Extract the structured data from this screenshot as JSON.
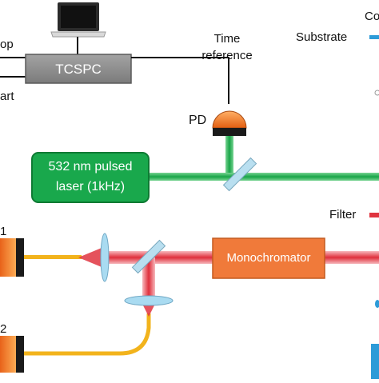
{
  "colors": {
    "laser_green": "#1ca84a",
    "green_box": "#19a84c",
    "green_box_border": "#0e7a33",
    "laser_red": "#e0343f",
    "mono_orange": "#f07a3a",
    "fiber_yellow": "#f2b31c",
    "tcspc_grey": "#8c8c8c",
    "pd_orange": "#f07a22",
    "optic_blue": "#9fd4ee",
    "substrate_blue": "#2d9bd8"
  },
  "labels": {
    "tcspc": "TCSPC",
    "time_reference_line1": "Time",
    "time_reference_line2": "reference",
    "pd": "PD",
    "laser_line1": "532 nm pulsed",
    "laser_line2": "laser (1kHz)",
    "monochromator": "Monochromator",
    "substrate": "Substrate",
    "filter": "Filter",
    "cut_top_right": "Co",
    "cut_left_stop": "op",
    "cut_left_start": "art",
    "detector1_index": "1",
    "detector2_index": "2"
  },
  "icons": {
    "computer": "laptop-icon",
    "photodiode": "photodiode-icon",
    "detector": "spad-detector-icon"
  }
}
